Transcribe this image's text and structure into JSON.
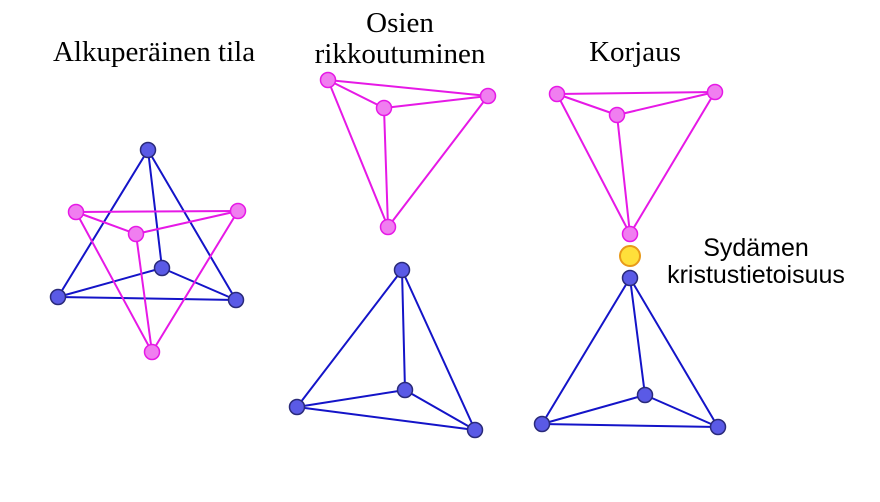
{
  "labels": {
    "original_state": "Alkuperäinen tila",
    "fracture_line1": "Osien",
    "fracture_line2": "rikkoutuminen",
    "repair": "Korjaus",
    "heart_line1": "Sydämen",
    "heart_line2": "kristustietoisuus"
  },
  "colors": {
    "pink_stroke": "#e619e6",
    "pink_fill": "#f07ef0",
    "blue_stroke": "#1414c8",
    "blue_fill": "#5a5ae6",
    "node_outline": "#2a2a7a",
    "heart_fill": "#ffe03a",
    "heart_stroke": "#e89a1a"
  }
}
